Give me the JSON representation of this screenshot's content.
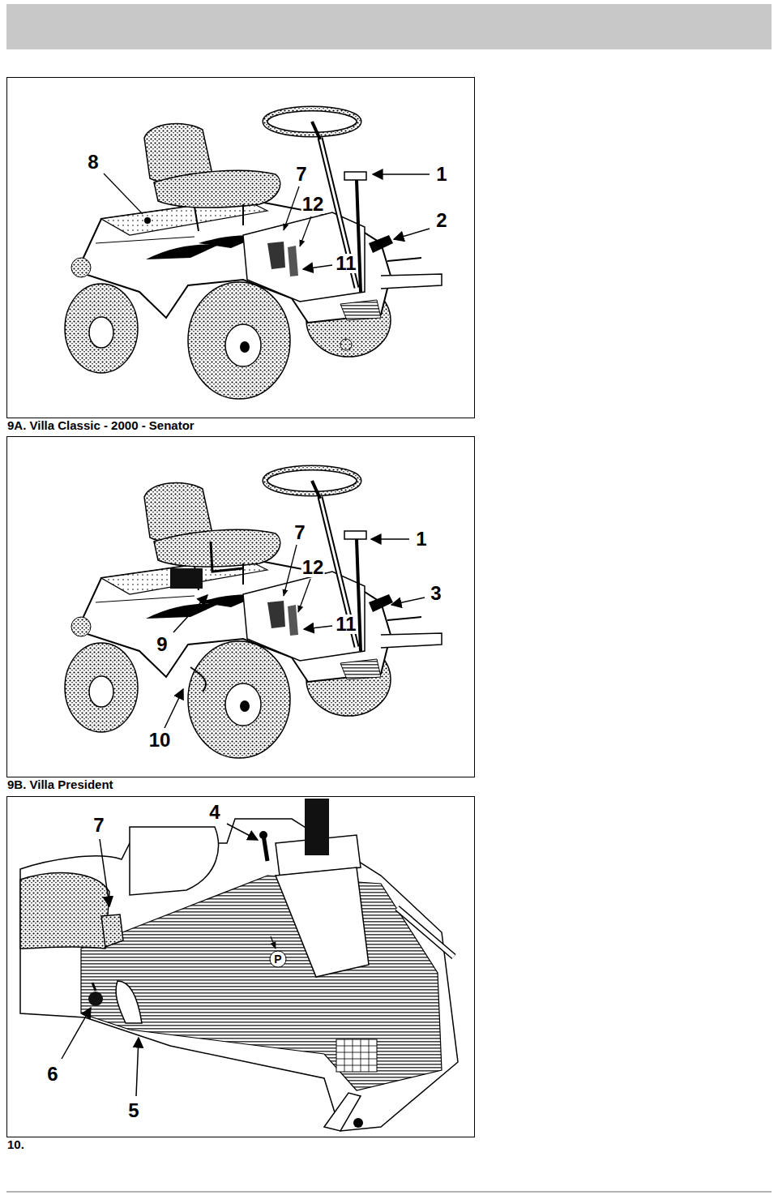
{
  "diagram": {
    "nodes": [
      {
        "text": [
          "9A. Villa Classic - 2000 - Senator"
        ]
      },
      {
        "text": [
          "9B. Villa President"
        ]
      },
      {
        "text": [
          "10."
        ]
      }
    ],
    "labels": [
      "8",
      "7",
      "1",
      "12",
      "2",
      "11",
      "7",
      "1",
      "12",
      "3",
      "11",
      "9",
      "10",
      "7",
      "4",
      "P",
      "6",
      "5"
    ]
  }
}
